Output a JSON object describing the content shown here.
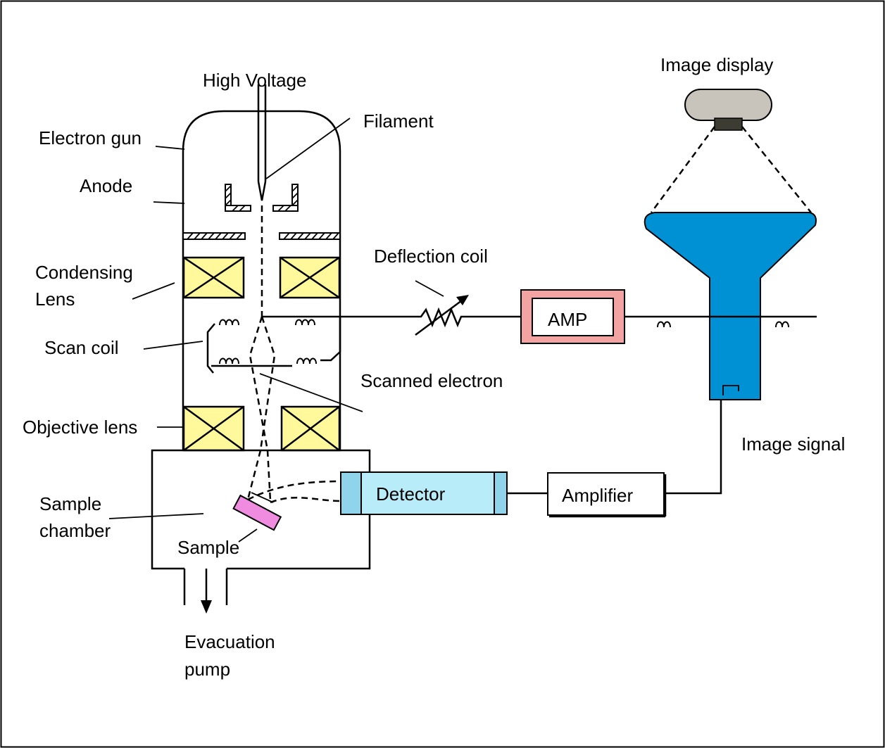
{
  "labels": {
    "high_voltage": "High Voltage",
    "filament": "Filament",
    "electron_gun": "Electron gun",
    "anode": "Anode",
    "condensing_lens_1": "Condensing",
    "condensing_lens_2": "Lens",
    "scan_coil": "Scan coil",
    "deflection_coil": "Deflection coil",
    "amp": "AMP",
    "scanned_electron": "Scanned electron",
    "objective_lens": "Objective lens",
    "image_display": "Image display",
    "image_signal": "Image signal",
    "detector": "Detector",
    "amplifier": "Amplifier",
    "sample_chamber_1": "Sample",
    "sample_chamber_2": "chamber",
    "sample": "Sample",
    "evacuation_pump_1": "Evacuation",
    "evacuation_pump_2": "pump"
  },
  "colors": {
    "lens_fill": "#fff99c",
    "amp_border": "#f4a3a3",
    "crt_fill": "#0091d5",
    "display_cap": "#c8c4bc",
    "display_neck": "#3c3c32",
    "detector_fill": "#b8ecf8",
    "detector_end": "#8fd4ea",
    "sample_fill": "#f08ce0"
  }
}
